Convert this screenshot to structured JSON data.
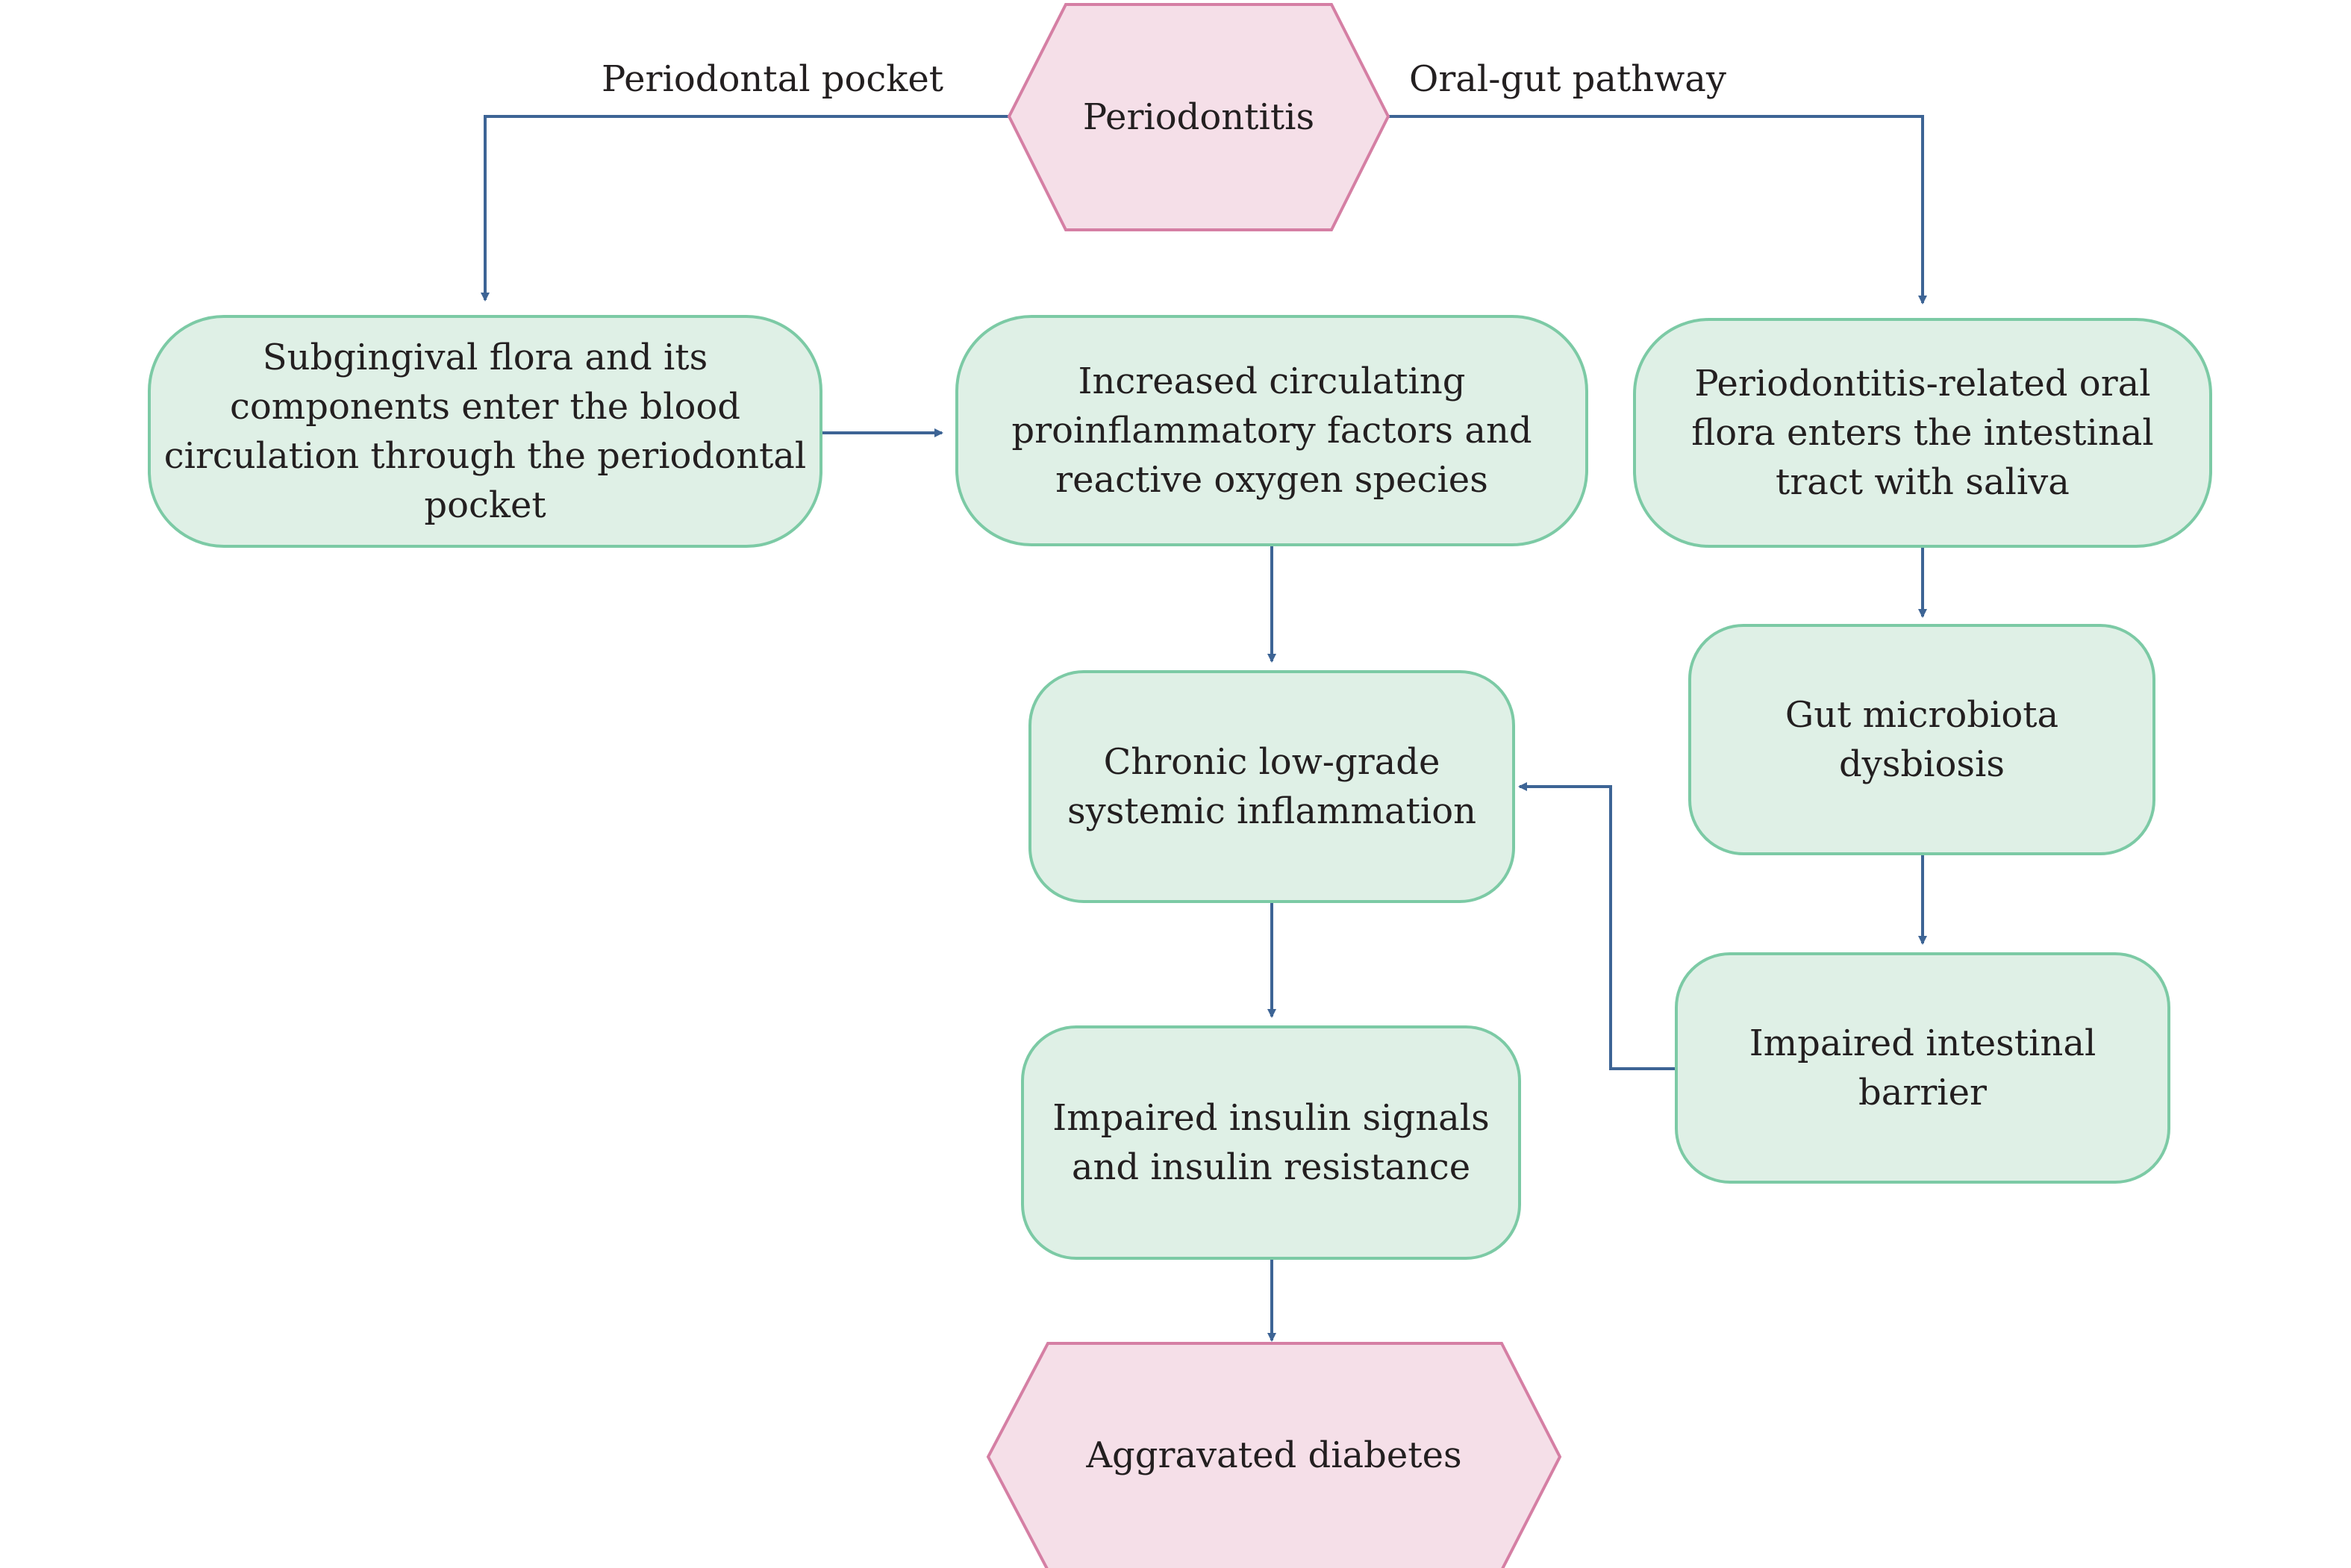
{
  "colors": {
    "process_fill": "#dff0e6",
    "process_stroke": "#7ccaa5",
    "terminal_fill": "#f5dfe8",
    "terminal_stroke": "#d57fa4",
    "arrow": "#3d6495",
    "text": "#231f20"
  },
  "nodes": {
    "periodontitis": "Periodontitis",
    "subgingival": "Subgingival flora and its\ncomponents enter the blood\ncirculation through the periodontal\npocket",
    "proinflammatory": "Increased circulating\nproinflammatory factors and\nreactive oxygen species",
    "oral_flora": "Periodontitis-related oral\nflora enters the intestinal\ntract with saliva",
    "gut_dysbiosis": "Gut microbiota\ndysbiosis",
    "chronic_inflammation": "Chronic low-grade\nsystemic inflammation",
    "intestinal_barrier": "Impaired intestinal\nbarrier",
    "insulin_resistance": "Impaired insulin signals\nand insulin resistance",
    "aggravated_diabetes": "Aggravated diabetes"
  },
  "edge_labels": {
    "periodontal_pocket": "Periodontal pocket",
    "oral_gut_pathway": "Oral-gut pathway"
  }
}
